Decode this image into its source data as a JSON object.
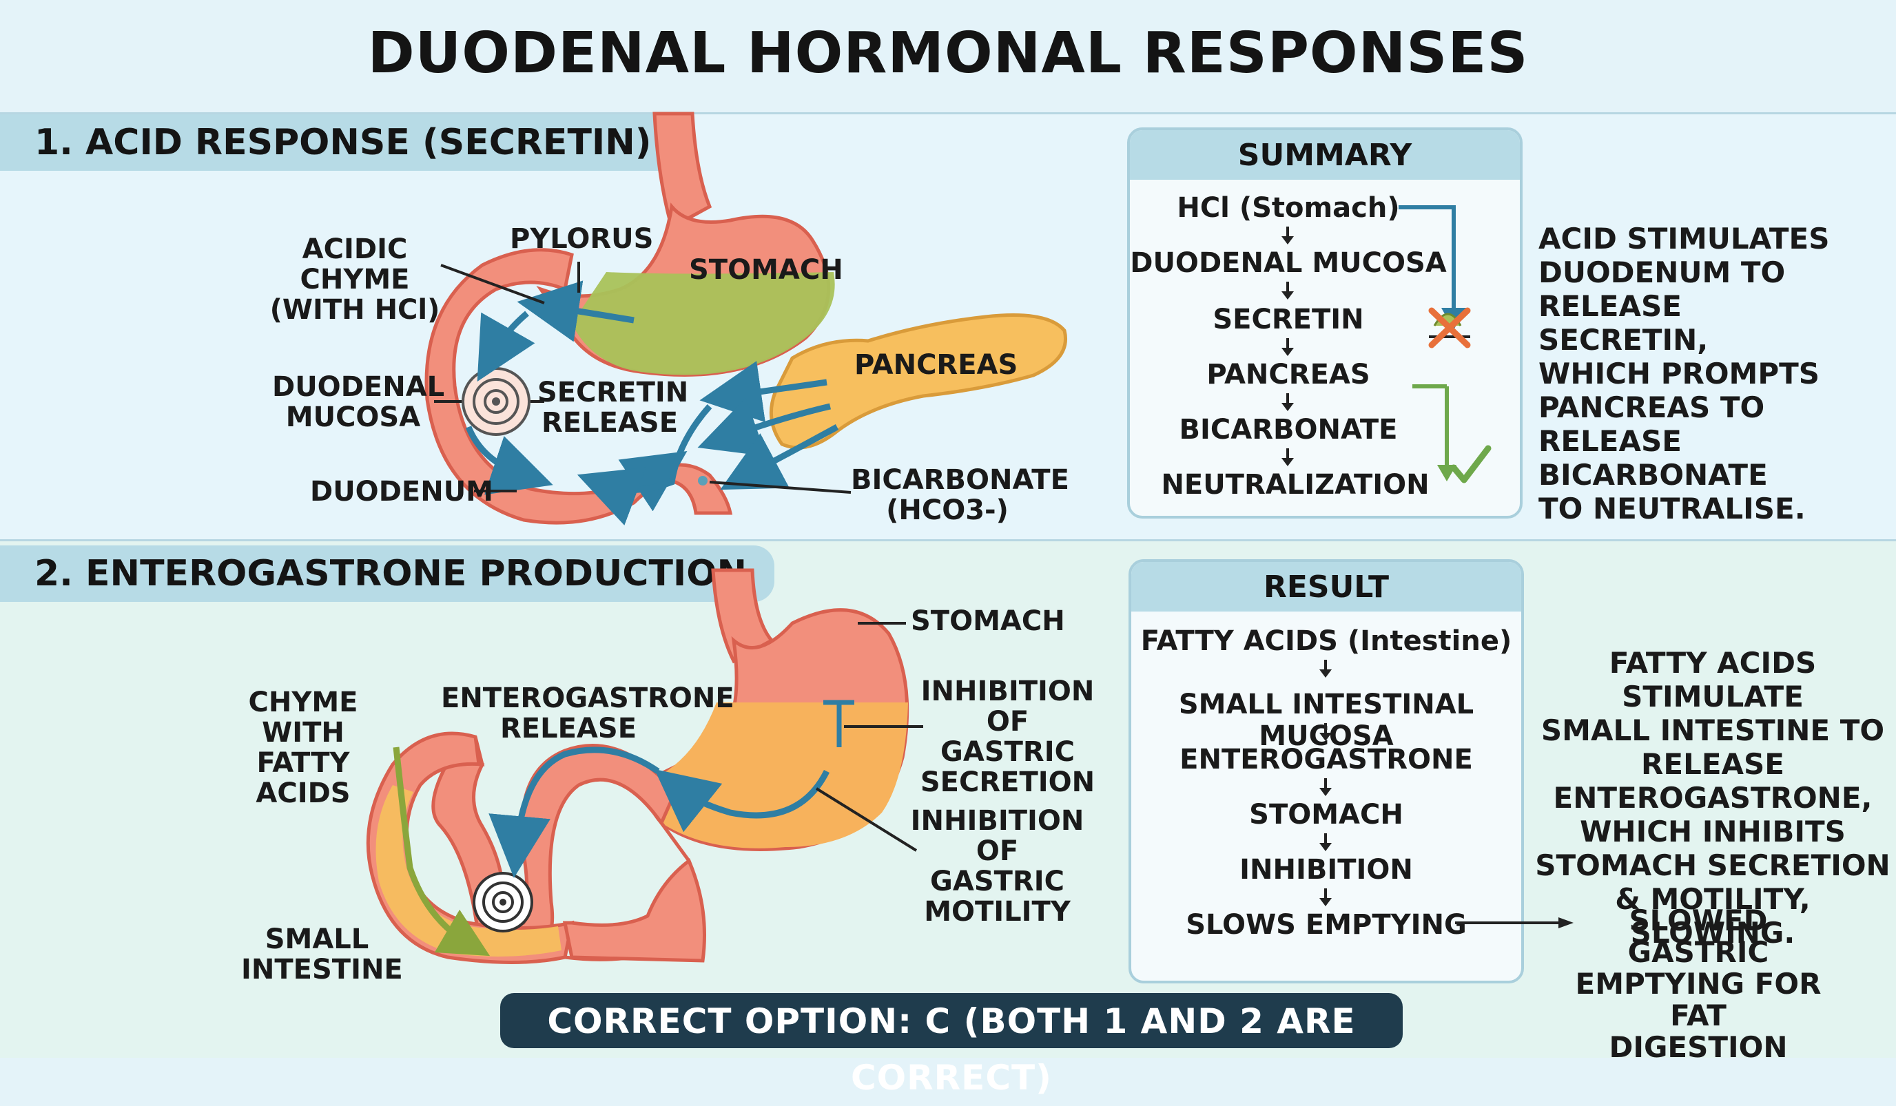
{
  "title": "DUODENAL HORMONAL RESPONSES",
  "section1": {
    "header": "1. ACID RESPONSE (SECRETIN)",
    "labels": {
      "acidic_chyme": "ACIDIC CHYME\n(WITH HCl)",
      "pylorus": "PYLORUS",
      "stomach": "STOMACH",
      "pancreas": "PANCREAS",
      "duodenal_mucosa": "DUODENAL\nMUCOSA",
      "secretin_release": "SECRETIN\nRELEASE",
      "duodenum": "DUODENUM",
      "bicarbonate": "BICARBONATE\n(HCO3-)"
    },
    "summary": {
      "header": "SUMMARY",
      "steps": [
        "HCl (Stomach)",
        "DUODENAL MUCOSA",
        "SECRETIN",
        "PANCREAS",
        "BICARBONATE",
        "NEUTRALIZATION"
      ]
    },
    "note": "ACID STIMULATES\nDUODENUM TO RELEASE\nSECRETIN,\nWHICH PROMPTS\nPANCREAS TO RELEASE\nBICARBONATE\nTO NEUTRALISE."
  },
  "section2": {
    "header": "2.  ENTEROGASTRONE PRODUCTION",
    "labels": {
      "chyme_fatty": "CHYME WITH\nFATTY ACIDS",
      "enterogastrone_release": "ENTEROGASTRONE\nRELEASE",
      "stomach": "STOMACH",
      "inhibition_secretion": "INHIBITION OF\nGASTRIC\nSECRETION",
      "inhibition_motility": "INHIBITION OF\nGASTRIC\nMOTILITY",
      "small_intestine": "SMALL\nINTESTINE"
    },
    "result": {
      "header": "RESULT",
      "steps": [
        "FATTY ACIDS (Intestine)",
        "SMALL INTESTINAL MUCOSA",
        "ENTEROGASTRONE",
        "STOMACH",
        "INHIBITION",
        "SLOWS EMPTYING"
      ]
    },
    "note": "FATTY ACIDS STIMULATE\nSMALL INTESTINE TO\nRELEASE\nENTEROGASTRONE,\nWHICH INHIBITS\nSTOMACH SECRETION\n& MOTILITY, SLOWING.",
    "outcome": "SLOWED GASTRIC\nEMPTYING FOR FAT\nDIGESTION"
  },
  "answer": "CORRECT OPTION: C (BOTH 1 AND 2 ARE CORRECT)",
  "colors": {
    "organ": "#f28f7c",
    "organ_outline": "#d9604f",
    "acid": "#a9c25a",
    "fat": "#f7b25c",
    "pancreas": "#f7bf5e",
    "flow_arrow": "#2f7ea3",
    "header_bg": "#b7dbe6",
    "check": "#6ea84b",
    "cross": "#e8703a"
  }
}
